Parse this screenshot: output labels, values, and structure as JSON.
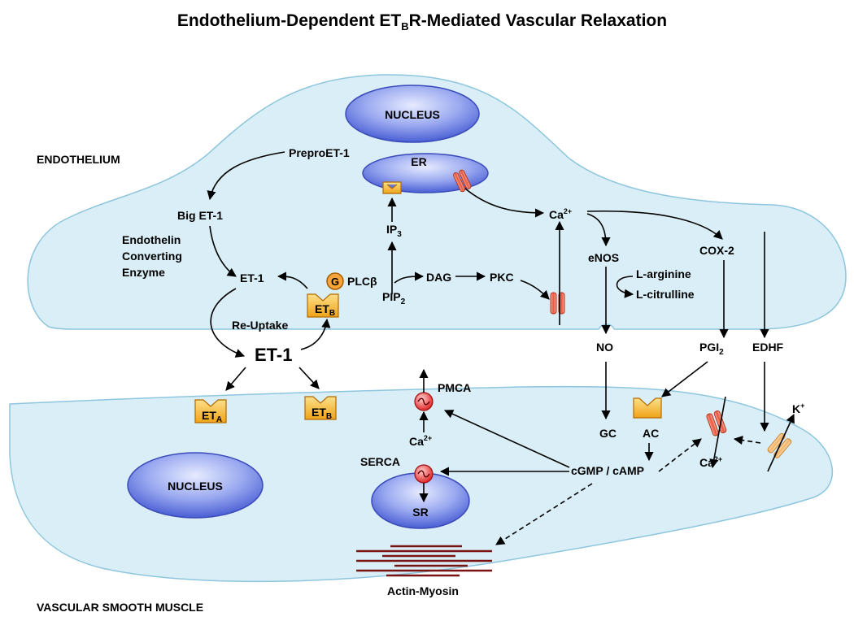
{
  "title": {
    "part1": "Endothelium-Dependent ET",
    "sub": "B",
    "part2": "R-Mediated Vascular Relaxation"
  },
  "regions": {
    "endothelium": "ENDOTHELIUM",
    "vsm": "VASCULAR SMOOTH MUSCLE"
  },
  "nucleus_endo": "NUCLEUS",
  "nucleus_vsm": "NUCLEUS",
  "er": "ER",
  "sr": "SR",
  "prepro": "PreproET-1",
  "bigET": "Big ET-1",
  "ece": [
    "Endothelin",
    "Converting",
    "Enzyme"
  ],
  "et1_small": "ET-1",
  "et1_big": "ET-1",
  "reuptake": "Re-Uptake",
  "g_protein": "G",
  "plcb": "PLCβ",
  "pip2": {
    "main": "PIP",
    "sub": "2"
  },
  "ip3": {
    "main": "IP",
    "sub": "3"
  },
  "dag": "DAG",
  "pkc": "PKC",
  "ca_endo": {
    "main": "Ca",
    "sup": "2+"
  },
  "enos": "eNOS",
  "larg": "L-arginine",
  "lcit": "L-citrulline",
  "cox2": "COX-2",
  "no": "NO",
  "pgi2": {
    "main": "PGI",
    "sub": "2"
  },
  "edhf": "EDHF",
  "receptors": {
    "etb_endo": {
      "main": "ET",
      "sub": "B"
    },
    "eta_vsm": {
      "main": "ET",
      "sub": "A"
    },
    "etb_vsm": {
      "main": "ET",
      "sub": "B"
    }
  },
  "pmca": "PMCA",
  "serca": "SERCA",
  "ca_vsm": {
    "main": "Ca",
    "sup": "2+"
  },
  "ca_vsm2": {
    "main": "Ca",
    "sup": "2+"
  },
  "k_ion": {
    "main": "K",
    "sup": "+"
  },
  "gc": "GC",
  "ac": "AC",
  "cgmp": "cGMP / cAMP",
  "actin": "Actin-Myosin",
  "colors": {
    "cell_fill": "#d9eef6",
    "cell_stroke": "#8ec6dd",
    "nucleus_light": "#d8defa",
    "nucleus_dark": "#4f63d6",
    "receptor": "#f5b021",
    "channel": "#e2604a",
    "pump": "#e23a3a",
    "myosin": "#7a1414"
  }
}
